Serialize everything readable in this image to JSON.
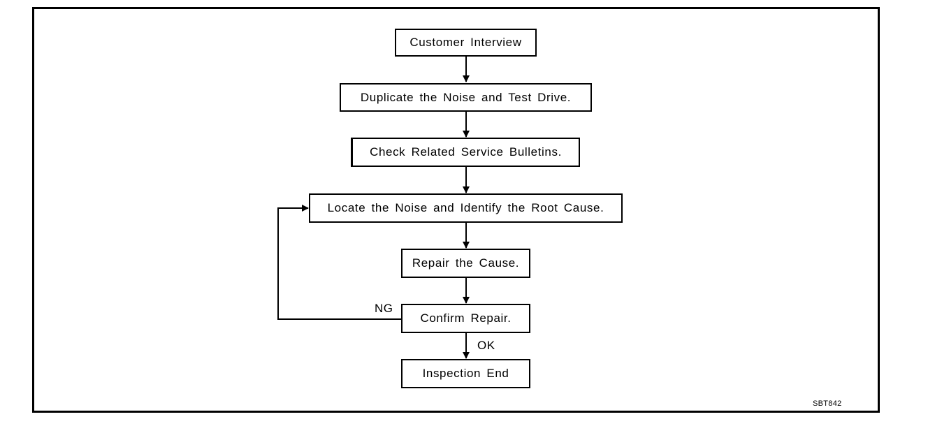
{
  "steps": {
    "customer_interview": "Customer Interview",
    "duplicate_noise": "Duplicate the Noise and Test Drive.",
    "check_bulletins": "Check Related Service Bulletins.",
    "locate_noise": "Locate the Noise and Identify the Root Cause.",
    "repair_cause": "Repair the Cause.",
    "confirm_repair": "Confirm Repair.",
    "inspection_end": "Inspection End"
  },
  "branches": {
    "ng": "NG",
    "ok": "OK"
  },
  "figure_id": "SBT842"
}
